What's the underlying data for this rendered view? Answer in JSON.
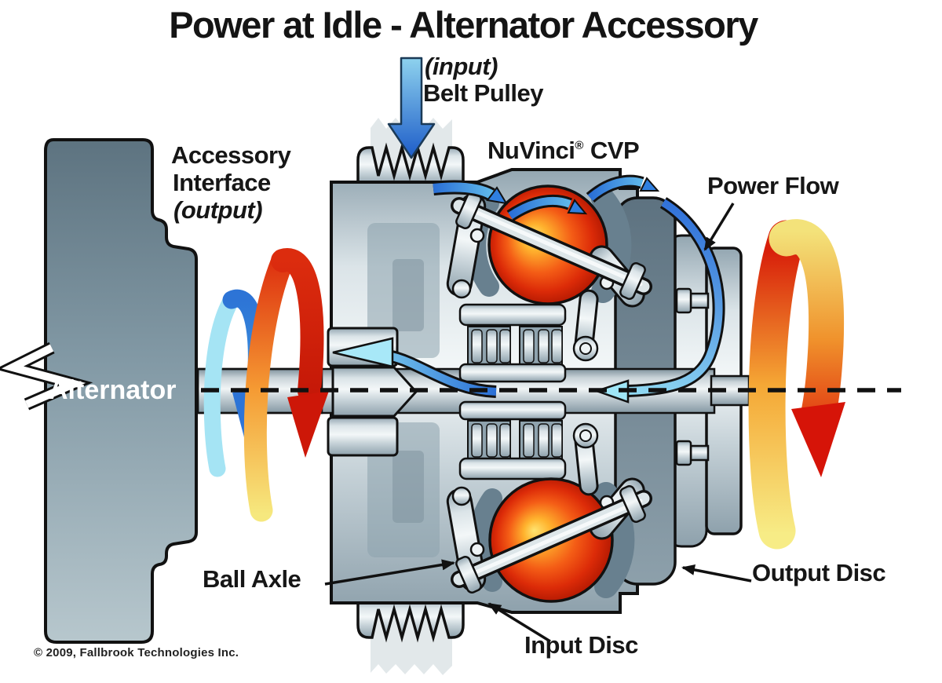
{
  "title": "Power at Idle - Alternator Accessory",
  "labels": {
    "input_qualifier": "(input)",
    "belt_pulley": "Belt Pulley",
    "nuvinci_name": "NuVinci",
    "nuvinci_registered": "®",
    "nuvinci_type": "CVP",
    "power_flow": "Power Flow",
    "accessory_interface_line1": "Accessory",
    "accessory_interface_line2": "Interface",
    "accessory_interface_line3": "(output)",
    "alternator": "Alternator",
    "ball_axle": "Ball Axle",
    "input_disc": "Input Disc",
    "output_disc": "Output Disc"
  },
  "footer": {
    "copyright": "© 2009, Fallbrook Technologies Inc."
  },
  "icons": {
    "belt_input_arrow": "blue-down-arrow",
    "power_flow_path": "blue-curved-flow-arrows",
    "output_rotation_arrow": "red-yellow-rotation-ribbon",
    "accessory_rotation_arrows": "blue-and-red-rotation-ribbons",
    "centerline": "black-dashed-axis-line",
    "leader_arrows": "black-callout-arrows"
  },
  "colors": {
    "background": "#ffffff",
    "outline": "#111111",
    "metal_light": "#f3f7f8",
    "metal_mid": "#aebfc8",
    "metal_dark": "#68808f",
    "alternator_gray": "#7f95a1",
    "ball_red": "#dc2b08",
    "ball_highlight": "#ffe470",
    "flow_blue": "#2f6fd8",
    "flow_cyan": "#9fe6f7",
    "rotation_red": "#d81f0a",
    "rotation_orange": "#f5a735",
    "rotation_yellow": "#f7ec86"
  }
}
